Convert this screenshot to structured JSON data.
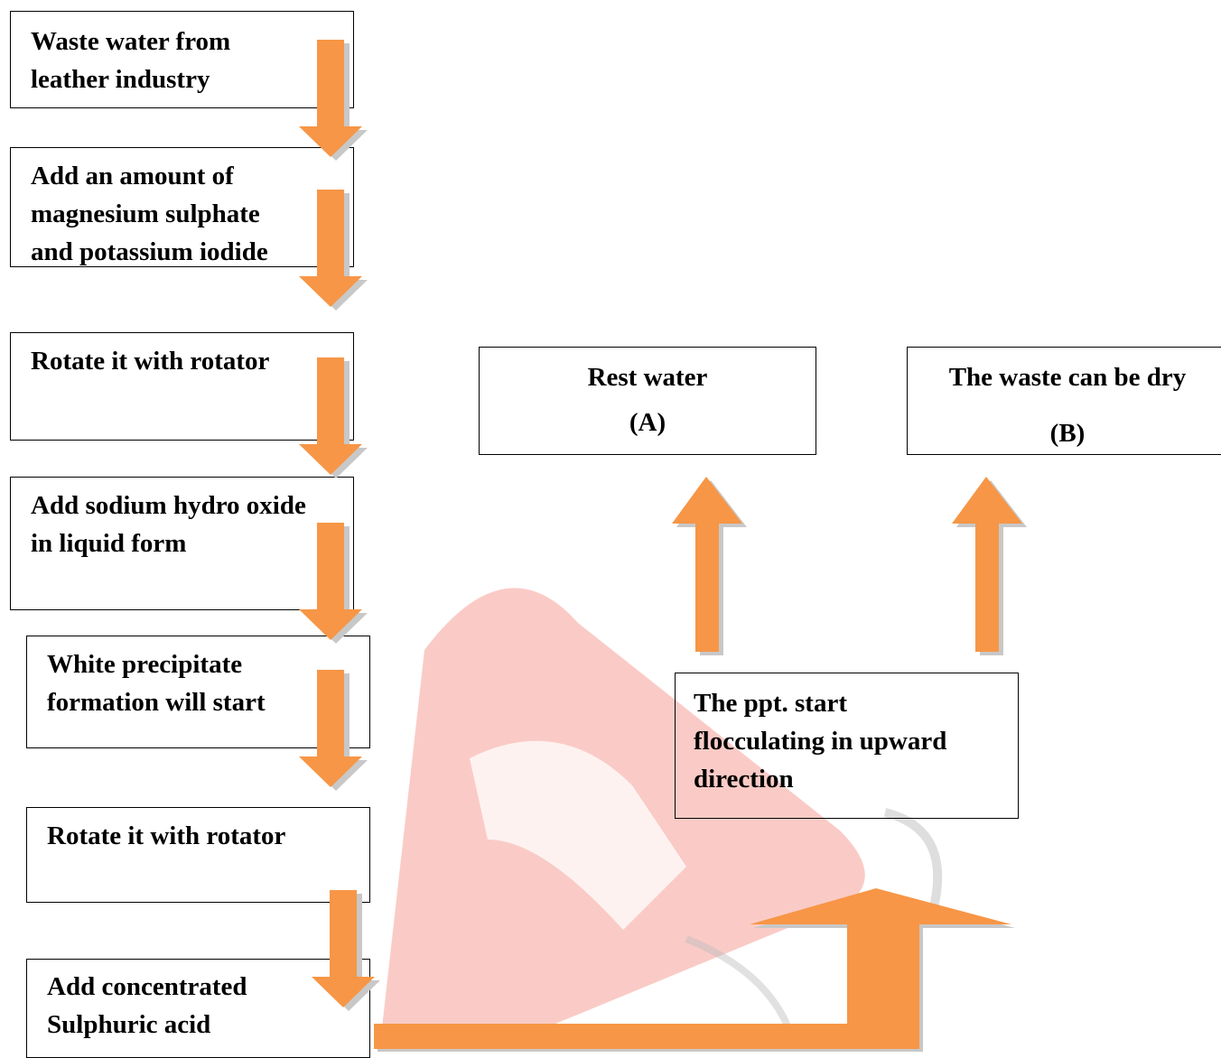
{
  "steps": [
    {
      "text": "Waste water from\nleather industry"
    },
    {
      "text": "Add an amount of\nmagnesium sulphate\nand potassium iodide"
    },
    {
      "text": "Rotate it with rotator"
    },
    {
      "text": "Add sodium hydro oxide\nin  liquid form"
    },
    {
      "text": "White precipitate\nformation will start"
    },
    {
      "text": "Rotate it with rotator"
    },
    {
      "text": "  Add concentrated\nSulphuric acid"
    }
  ],
  "flocculation": {
    "text": "The ppt. start\nflocculating in upward\ndirection"
  },
  "outputs": [
    {
      "title": "Rest water",
      "label": "(A)"
    },
    {
      "title": "The waste can be dry",
      "label": "(B)"
    }
  ],
  "colors": {
    "arrow_fill": "#f79646",
    "arrow_shadow": "#c8c8c8",
    "watermark": "#f26b5b",
    "watermark_gray": "#bdbdbd"
  }
}
